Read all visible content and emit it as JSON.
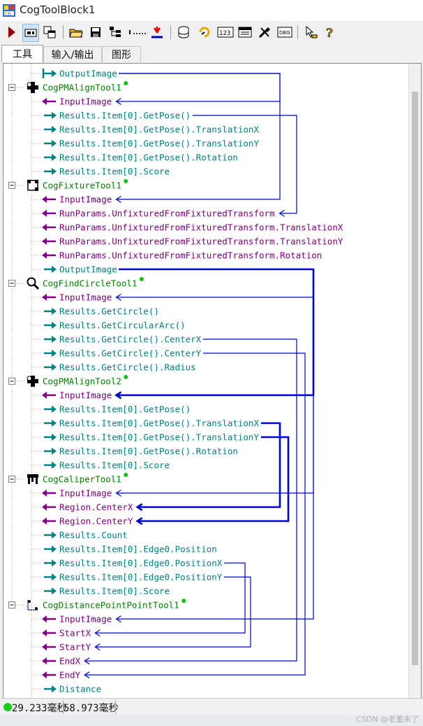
{
  "window": {
    "title": "CogToolBlock1"
  },
  "tabs": [
    {
      "label": "工具",
      "active": true
    },
    {
      "label": "输入/输出",
      "active": false
    },
    {
      "label": "图形",
      "active": false
    }
  ],
  "toolbar": [
    {
      "icon": "run-icon"
    },
    {
      "icon": "image-display-icon"
    },
    {
      "icon": "floating-window-icon"
    },
    {
      "icon": "open-folder-icon"
    },
    {
      "icon": "save-icon"
    },
    {
      "icon": "tree-view-icon"
    },
    {
      "icon": "dots-icon"
    },
    {
      "icon": "reset-icon"
    },
    {
      "icon": "database-icon"
    },
    {
      "icon": "script-icon"
    },
    {
      "icon": "numeric-display-icon"
    },
    {
      "icon": "results-grid-icon"
    },
    {
      "icon": "tools-icon"
    },
    {
      "icon": "debug-icon"
    },
    {
      "icon": "pointer-icon"
    },
    {
      "icon": "help-icon"
    }
  ],
  "colors": {
    "input": "#800080",
    "output": "#008080",
    "tool": "#008000",
    "link": "#0000d0"
  },
  "tree": [
    {
      "kind": "output",
      "label": "OutputImage"
    },
    {
      "kind": "tool",
      "label": "CogPMAlignTool1",
      "icon": "pmalign-icon"
    },
    {
      "kind": "input",
      "label": "InputImage"
    },
    {
      "kind": "output",
      "label": "Results.Item[0].GetPose()"
    },
    {
      "kind": "output",
      "label": "Results.Item[0].GetPose().TranslationX"
    },
    {
      "kind": "output",
      "label": "Results.Item[0].GetPose().TranslationY"
    },
    {
      "kind": "output",
      "label": "Results.Item[0].GetPose().Rotation"
    },
    {
      "kind": "output",
      "label": "Results.Item[0].Score"
    },
    {
      "kind": "tool",
      "label": "CogFixtureTool1",
      "icon": "fixture-icon"
    },
    {
      "kind": "input",
      "label": "InputImage"
    },
    {
      "kind": "input",
      "label": "RunParams.UnfixturedFromFixturedTransform"
    },
    {
      "kind": "input",
      "label": "RunParams.UnfixturedFromFixturedTransform.TranslationX"
    },
    {
      "kind": "input",
      "label": "RunParams.UnfixturedFromFixturedTransform.TranslationY"
    },
    {
      "kind": "input",
      "label": "RunParams.UnfixturedFromFixturedTransform.Rotation"
    },
    {
      "kind": "output",
      "label": "OutputImage"
    },
    {
      "kind": "tool",
      "label": "CogFindCircleTool1",
      "icon": "findcircle-icon"
    },
    {
      "kind": "input",
      "label": "InputImage"
    },
    {
      "kind": "output",
      "label": "Results.GetCircle()"
    },
    {
      "kind": "output",
      "label": "Results.GetCircularArc()"
    },
    {
      "kind": "output",
      "label": "Results.GetCircle().CenterX"
    },
    {
      "kind": "output",
      "label": "Results.GetCircle().CenterY"
    },
    {
      "kind": "output",
      "label": "Results.GetCircle().Radius"
    },
    {
      "kind": "tool",
      "label": "CogPMAlignTool2",
      "icon": "pmalign-icon"
    },
    {
      "kind": "input",
      "label": "InputImage"
    },
    {
      "kind": "output",
      "label": "Results.Item[0].GetPose()"
    },
    {
      "kind": "output",
      "label": "Results.Item[0].GetPose().TranslationX"
    },
    {
      "kind": "output",
      "label": "Results.Item[0].GetPose().TranslationY"
    },
    {
      "kind": "output",
      "label": "Results.Item[0].GetPose().Rotation"
    },
    {
      "kind": "output",
      "label": "Results.Item[0].Score"
    },
    {
      "kind": "tool",
      "label": "CogCaliperTool1",
      "icon": "caliper-icon"
    },
    {
      "kind": "input",
      "label": "InputImage"
    },
    {
      "kind": "input",
      "label": "Region.CenterX"
    },
    {
      "kind": "input",
      "label": "Region.CenterY"
    },
    {
      "kind": "output",
      "label": "Results.Count"
    },
    {
      "kind": "output",
      "label": "Results.Item[0].Edge0.Position"
    },
    {
      "kind": "output",
      "label": "Results.Item[0].Edge0.PositionX"
    },
    {
      "kind": "output",
      "label": "Results.Item[0].Edge0.PositionY"
    },
    {
      "kind": "output",
      "label": "Results.Item[0].Score"
    },
    {
      "kind": "tool",
      "label": "CogDistancePointPointTool1",
      "icon": "distance-icon"
    },
    {
      "kind": "input",
      "label": "InputImage"
    },
    {
      "kind": "input",
      "label": "StartX"
    },
    {
      "kind": "input",
      "label": "StartY"
    },
    {
      "kind": "input",
      "label": "EndX"
    },
    {
      "kind": "input",
      "label": "EndY"
    },
    {
      "kind": "output",
      "label": "Distance"
    }
  ],
  "links": [
    {
      "from": 0,
      "to": 2
    },
    {
      "from": 3,
      "to": 10
    },
    {
      "from": 0,
      "to": 9
    },
    {
      "from": 14,
      "to": 16
    },
    {
      "from": 14,
      "to": 23,
      "bold": true
    },
    {
      "from": 19,
      "to": 42
    },
    {
      "from": 20,
      "to": 43
    },
    {
      "from": 25,
      "to": 31,
      "bold": true
    },
    {
      "from": 26,
      "to": 32,
      "bold": true
    },
    {
      "from": 14,
      "to": 30
    },
    {
      "from": 35,
      "to": 40
    },
    {
      "from": 36,
      "to": 41
    },
    {
      "from": 14,
      "to": 39
    }
  ],
  "status": {
    "time1": "29.233毫秒",
    "time2": "58.973毫秒"
  },
  "watermark": "CSDN @老董来了"
}
